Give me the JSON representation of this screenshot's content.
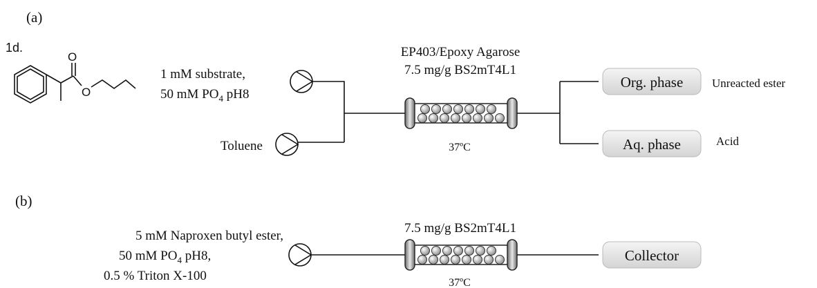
{
  "panel_a": {
    "label": "(a)",
    "compound_label": "1d.",
    "compound_atoms": {
      "carbonyl_o": "O",
      "ester_o": "O"
    },
    "pump1_line1": "1 mM substrate,",
    "pump1_line2_prefix": "50 mM PO",
    "pump1_line2_sub": "4",
    "pump1_line2_suffix": " pH8",
    "pump2_label": "Toluene",
    "reactor_line1": "EP403/Epoxy Agarose",
    "reactor_line2": "7.5 mg/g BS2mT4L1",
    "temperature": "37ºC",
    "outlet1_box": "Org. phase",
    "outlet1_note": "Unreacted ester",
    "outlet2_box": "Aq. phase",
    "outlet2_note": "Acid"
  },
  "panel_b": {
    "label": "(b)",
    "feed_line1": "5 mM Naproxen butyl ester,",
    "feed_line2_prefix": "50 mM PO",
    "feed_line2_sub": "4",
    "feed_line2_suffix": " pH8,",
    "feed_line3": "0.5 % Triton X-100",
    "reactor_line1": "7.5 mg/g BS2mT4L1",
    "temperature": "37ºC",
    "collector_box": "Collector"
  },
  "colors": {
    "line": "#111111",
    "box_fill_top": "#f2f2f2",
    "box_fill_bottom": "#d6d6d6"
  }
}
